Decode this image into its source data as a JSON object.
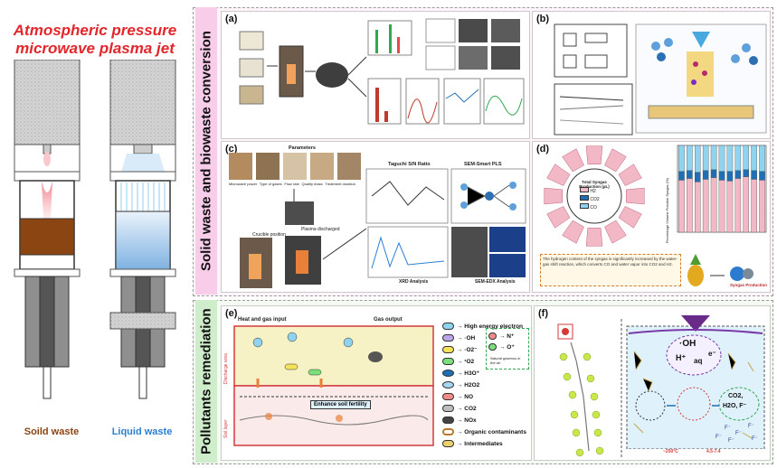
{
  "left": {
    "title_line1": "Atmospheric pressure",
    "title_line2": "microwave plasma jet",
    "label_solid": "Soild waste",
    "label_liquid": "Liquid waste",
    "colors": {
      "title": "#e3262b",
      "solid": "#8b4513",
      "liquid": "#2a7fd1"
    }
  },
  "sections": {
    "top_label": "Solid waste and biowaste conversion",
    "bottom_label": "Pollutants remediation"
  },
  "panels": {
    "a": {
      "label": "(a)"
    },
    "b": {
      "label": "(b)"
    },
    "c": {
      "label": "(c)",
      "parameters": "Parameters",
      "taguchi": "Taguchi S/N Ratio",
      "sem_pls": "SEM-Smart PLS",
      "plasma_discharged": "Plasma discharged",
      "crucible": "Crucible position",
      "xrd": "XRD Analysis",
      "sem_edx": "SEM-EDX Analysis",
      "params": [
        "Microwave power",
        "Type of gases",
        "Flow rate",
        "Quality mass",
        "Treatment duration"
      ]
    },
    "d": {
      "label": "(d)",
      "center_title": "Total Syngas Production (μL)",
      "legend": [
        "H2",
        "CO2",
        "CO"
      ],
      "ylabel": "Percentage Volume Fraction Syngas (%)",
      "note": "The hydrogen content of the syngas is significantly increased by the water-gas shift reaction, which converts CO and water vapor into CO2 and H2.",
      "syngas": "Syngas Production"
    },
    "e": {
      "label": "(e)",
      "heat_input": "Heat and gas input",
      "gas_output": "Gas output",
      "discharge_area": "Discharge area",
      "soil_layer": "Soil layer",
      "enhance": "Enhance soil fertility",
      "natural_gaseous": "Natural gaseous in the air",
      "legend": [
        "→ High energy electron",
        "→ ·OH",
        "→ ·O2⁻",
        "→ ¹O2",
        "→ H3O⁺",
        "→ H2O2",
        "→ NO",
        "→ CO2",
        "→ NOx",
        "→ Organic contaminants",
        "→ Intermediates"
      ],
      "natural": [
        "→ N⁺",
        "→ O⁺"
      ]
    },
    "f": {
      "label": "(f)",
      "oh": "·OH",
      "h_aq": "H⁺",
      "aq": "aq",
      "e": "e⁻",
      "products": "CO2,",
      "products2": "H2O, F⁻",
      "temp": "~250°C",
      "ph": "4.5-7.4"
    }
  },
  "chart_data": {
    "type": "bar",
    "title": "",
    "ylabel": "Percentage Volume Fraction Syngas (%)",
    "ylim": [
      0,
      100
    ],
    "categories": [
      "",
      "",
      "",
      "",
      "",
      "",
      "",
      "",
      "",
      "",
      ""
    ],
    "series": [
      {
        "name": "H2",
        "values": [
          60,
          62,
          58,
          61,
          63,
          60,
          59,
          62,
          64,
          61,
          60
        ]
      },
      {
        "name": "CO2",
        "values": [
          10,
          9,
          11,
          10,
          9,
          10,
          11,
          9,
          8,
          10,
          10
        ]
      },
      {
        "name": "CO",
        "values": [
          30,
          29,
          31,
          29,
          28,
          30,
          30,
          29,
          28,
          29,
          30
        ]
      }
    ],
    "colors": [
      "#f2b8c6",
      "#1f6fb5",
      "#8fd3ef"
    ]
  }
}
